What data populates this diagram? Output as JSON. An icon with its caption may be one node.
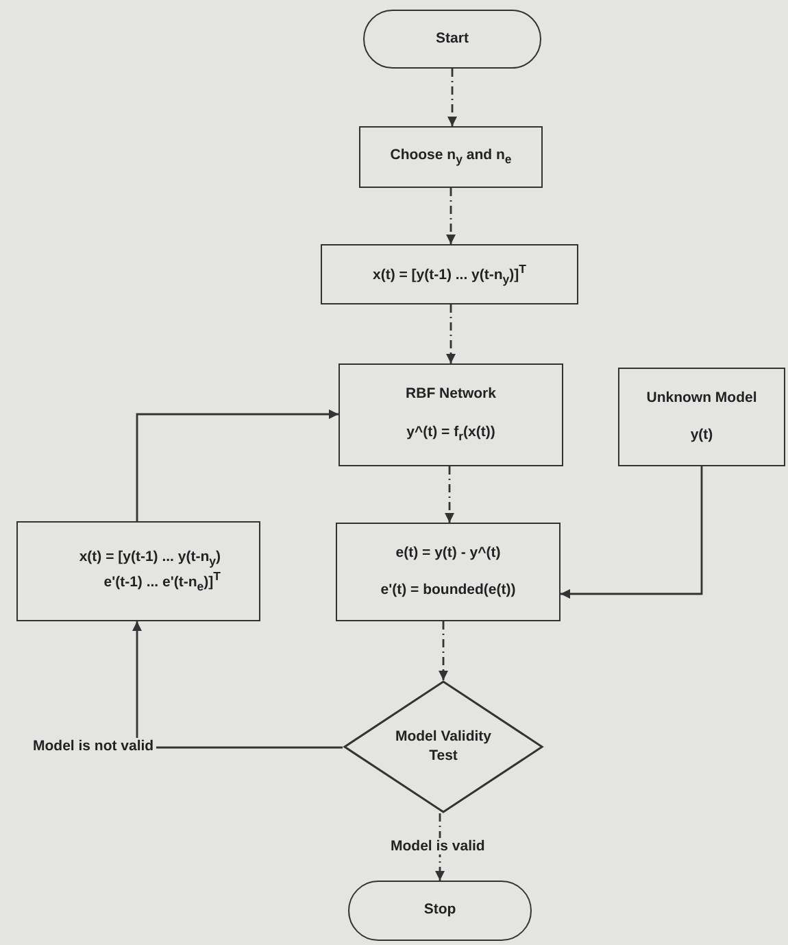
{
  "diagram": {
    "nodes": [
      {
        "text": [
          "Start"
        ]
      },
      {
        "text": [
          "Choose n$_{y}$ and n$_{e}$"
        ]
      },
      {
        "text": [
          "x(t) = [y(t-1) ... y(t-n$_{y}$)]$^{T}$"
        ]
      },
      {
        "text": [
          "RBF Network",
          "y^(t) = f$_{r}$(x(t))"
        ]
      },
      {
        "text": [
          "Unknown Model",
          "y(t)"
        ]
      },
      {
        "text": [
          "x(t) = [y(t-1) ... y(t-n$_{y}$) e'(t-1) ... e'(t-n$_{e}$)]$^{T}$"
        ]
      },
      {
        "text": [
          "e(t) = y(t) - y^(t)",
          "e'(t) = bounded(e(t))"
        ]
      },
      {
        "text": [
          "Model Validity Test"
        ]
      },
      {
        "text": [
          "Stop"
        ]
      }
    ],
    "edges": [
      {
        "from": 0,
        "to": 1,
        "arrow": "to",
        "style": "dashed"
      },
      {
        "from": 1,
        "to": 2,
        "arrow": "to",
        "style": "dashed"
      },
      {
        "from": 2,
        "to": 3,
        "arrow": "to",
        "style": "dashed"
      },
      {
        "from": 3,
        "to": 6,
        "arrow": "to",
        "style": "dashed"
      },
      {
        "from": 4,
        "to": 6,
        "arrow": "to"
      },
      {
        "from": 5,
        "to": 3,
        "arrow": "to"
      },
      {
        "from": 6,
        "to": 7,
        "arrow": "to",
        "style": "dashed"
      },
      {
        "from": 7,
        "to": 5,
        "arrow": "to",
        "label": "Model is not valid"
      },
      {
        "from": 7,
        "to": 8,
        "arrow": "to",
        "style": "dashed",
        "label": "Model is valid"
      }
    ]
  }
}
